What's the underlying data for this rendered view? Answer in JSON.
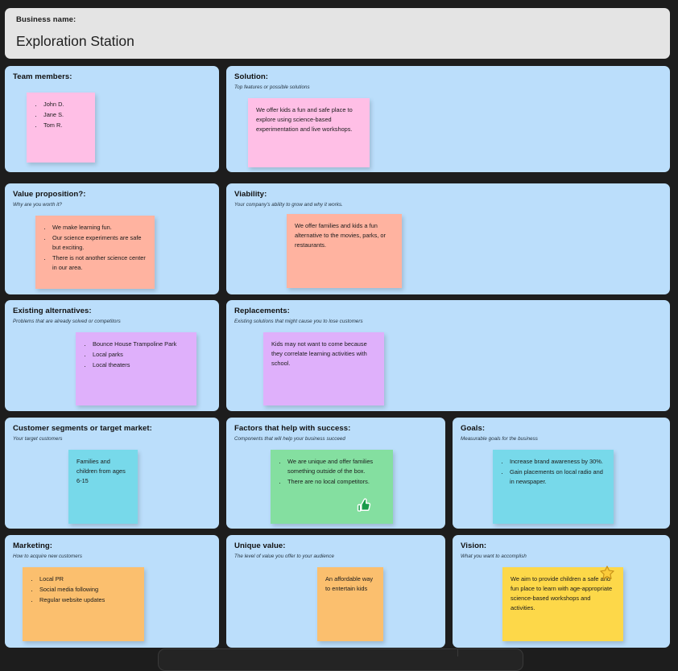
{
  "header": {
    "label": "Business name:",
    "value": "Exploration Station"
  },
  "panels": [
    {
      "id": "team-members",
      "title": "Team members:",
      "subtitle": "",
      "note": {
        "color": "pink",
        "type": "list",
        "items": [
          "John D.",
          "Jane S.",
          "Tom R."
        ]
      }
    },
    {
      "id": "solution",
      "title": "Solution:",
      "subtitle": "Top features or possible solutions",
      "note": {
        "color": "pink",
        "type": "text",
        "text": "We offer kids a fun and safe place to explore using science-based experimentation and live workshops."
      }
    },
    {
      "id": "value-proposition",
      "title": "Value proposition?:",
      "subtitle": "Why are you worth it?",
      "note": {
        "color": "salmon",
        "type": "list",
        "items": [
          "We make learning fun.",
          "Our science experiments are safe but exciting.",
          "There is not another science center in our area."
        ]
      }
    },
    {
      "id": "viability",
      "title": "Viability:",
      "subtitle": "Your company's ability to grow and why it works.",
      "note": {
        "color": "salmon",
        "type": "text",
        "text": "We offer families and kids a fun alternative to the movies, parks, or restaurants."
      }
    },
    {
      "id": "existing-alternatives",
      "title": "Existing alternatives:",
      "subtitle": "Problems that are already solved or competitors",
      "note": {
        "color": "purple",
        "type": "list",
        "items": [
          "Bounce House Trampoline Park",
          "Local parks",
          "Local theaters"
        ]
      }
    },
    {
      "id": "replacements",
      "title": "Replacements:",
      "subtitle": "Existing solutions that might cause you to lose customers",
      "note": {
        "color": "purple",
        "type": "text",
        "text": "Kids may not want to come because they correlate learning activities with school."
      }
    },
    {
      "id": "customer-segments",
      "title": "Customer segments or target market:",
      "subtitle": "Your target customers",
      "note": {
        "color": "cyan",
        "type": "text",
        "text": "Families and children from ages 6-15"
      }
    },
    {
      "id": "factors-for-success",
      "title": "Factors that help with success:",
      "subtitle": "Components that will help your business succeed",
      "note": {
        "color": "green",
        "type": "list",
        "items": [
          "We are unique and offer families something outside of the box.",
          "There are no local competitors."
        ],
        "cursor": "thumbs-up-icon"
      }
    },
    {
      "id": "goals",
      "title": "Goals:",
      "subtitle": "Measurable goals for the business",
      "note": {
        "color": "cyan",
        "type": "list",
        "items": [
          "Increase brand awareness by 30%.",
          "Gain placements on local radio and in newspaper."
        ]
      }
    },
    {
      "id": "marketing",
      "title": "Marketing:",
      "subtitle": "How to acquire new customers",
      "note": {
        "color": "orange",
        "type": "list",
        "items": [
          "Local PR",
          "Social media following",
          "Regular website updates"
        ]
      }
    },
    {
      "id": "unique-value",
      "title": "Unique value:",
      "subtitle": "The level of value you offer to your audience",
      "note": {
        "color": "orange",
        "type": "text",
        "text": "An affordable way to entertain kids"
      }
    },
    {
      "id": "vision",
      "title": "Vision:",
      "subtitle": "What you want to accomplish",
      "note": {
        "color": "yellow",
        "type": "text",
        "text": "We aim to provide children a safe and fun place to learn with age-appropriate science-based workshops and activities.",
        "cursor": "star-icon"
      }
    }
  ],
  "colors": {
    "canvas": "#1d1d1d",
    "panel": "#bbdefb",
    "header": "#e4e4e4",
    "note_pink": "#ffbfe6",
    "note_salmon": "#ffb3a0",
    "note_purple": "#dfb0fb",
    "note_cyan": "#77d9ea",
    "note_green": "#84dfa0",
    "note_orange": "#fbbf6e",
    "note_yellow": "#fdd849"
  }
}
